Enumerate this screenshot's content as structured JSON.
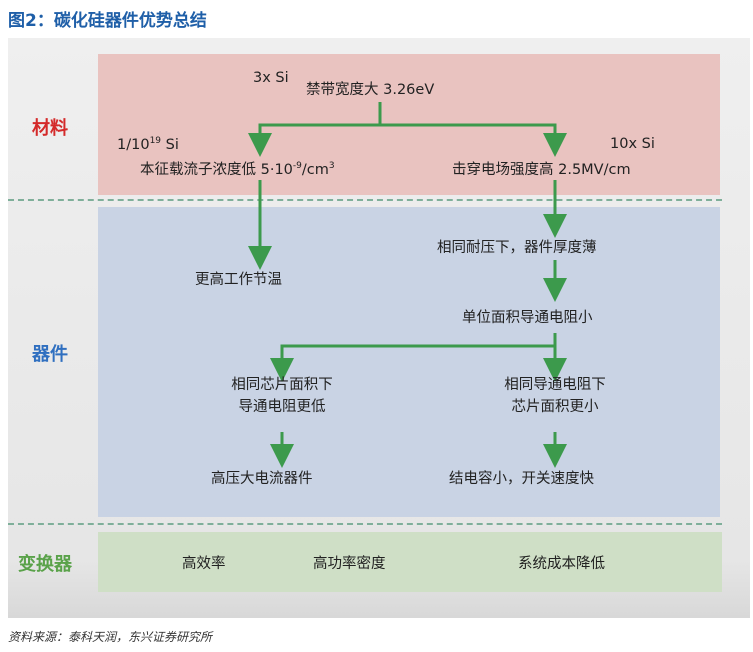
{
  "title": "图2：碳化硅器件优势总结",
  "sections": {
    "material": "材料",
    "device": "器件",
    "converter": "变换器"
  },
  "material": {
    "top_ratio": "3x Si",
    "top_label": "禁带宽度大 3.26eV",
    "left_ratio_base": "1/10",
    "left_ratio_exp": "19",
    "left_ratio_unit": " Si",
    "left_label": "本征载流子浓度低  5·10",
    "left_label_exp": "-9",
    "left_label_unit": "/cm",
    "left_label_unit_exp": "3",
    "right_ratio": "10x Si",
    "right_label": "击穿电场强度高 2.5MV/cm"
  },
  "device": {
    "left_1": "更高工作节温",
    "right_1": "相同耐压下，器件厚度薄",
    "center_2": "单位面积导通电阻小",
    "left_3a": "相同芯片面积下",
    "left_3b": "导通电阻更低",
    "right_3a": "相同导通电阻下",
    "right_3b": "芯片面积更小",
    "left_4": "高压大电流器件",
    "right_4": "结电容小，开关速度快"
  },
  "converter": {
    "items": [
      "高效率",
      "高功率密度",
      "系统成本降低"
    ]
  },
  "source": "资料来源：泰科天润，东兴证券研究所",
  "colors": {
    "arrow": "#3c9a4c",
    "material": "#d42a2a",
    "device": "#2f6fc0",
    "converter": "#5aa24a"
  }
}
